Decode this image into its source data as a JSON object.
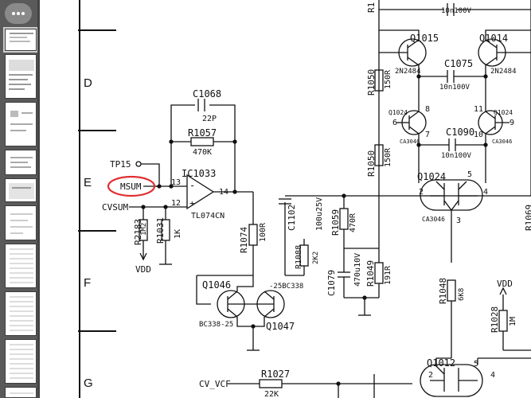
{
  "sidebar": {
    "menu_icon": "ellipsis-icon",
    "thumbnails": [
      {
        "active": true
      },
      {
        "active": false
      },
      {
        "active": false
      },
      {
        "active": false
      },
      {
        "active": false
      },
      {
        "active": false
      },
      {
        "active": false
      },
      {
        "active": false
      },
      {
        "active": false
      },
      {
        "active": false
      }
    ]
  },
  "schematic": {
    "row_labels": [
      "D",
      "E",
      "F",
      "G"
    ],
    "nets": {
      "msum": "MSUM",
      "cvsum": "CVSUM",
      "tp": "TP15",
      "cv_vcf": "CV_VCF",
      "vdd_left": "VDD",
      "vdd_right": "VDD"
    },
    "opamp": {
      "ref": "IC1033",
      "part": "TL074CN",
      "pin_inv": "13",
      "pin_noninv": "12",
      "pin_out": "14",
      "minus": "-",
      "plus": "+"
    },
    "capacitors": [
      {
        "ref": "C1068",
        "value": "22P"
      },
      {
        "ref": "C1075",
        "value": "10n100V"
      },
      {
        "ref": "C1090",
        "value": "10n100V"
      },
      {
        "ref": "C1102",
        "value": "100u25V"
      },
      {
        "ref": "C1079",
        "value": "470u10V"
      },
      {
        "ref": "C_top",
        "value": "10n100V"
      }
    ],
    "resistors": [
      {
        "ref": "R1057",
        "value": "470K"
      },
      {
        "ref": "R2183",
        "value": "1M2"
      },
      {
        "ref": "R1031",
        "value": "1K"
      },
      {
        "ref": "R1074",
        "value": "100R"
      },
      {
        "ref": "R1088",
        "value": "2K2"
      },
      {
        "ref": "R1059",
        "value": "470R"
      },
      {
        "ref": "R1049",
        "value": "191R"
      },
      {
        "ref": "R1048",
        "value": "6K8"
      },
      {
        "ref": "R1028",
        "value": "1M"
      },
      {
        "ref": "R1027",
        "value": "22K"
      },
      {
        "ref": "R1050a",
        "label": "R1050",
        "value": "150R"
      },
      {
        "ref": "R1050b",
        "label": "R1050",
        "value": "150R"
      },
      {
        "ref": "R1069",
        "label": "R1069"
      },
      {
        "ref": "R1top",
        "label": "R1"
      }
    ],
    "transistors": [
      {
        "ref": "Q1015",
        "part": "2N2484"
      },
      {
        "ref": "Q1014",
        "part": "2N2484"
      },
      {
        "ref": "Q1024a",
        "label": "Q1024",
        "part": "CA3046",
        "pins": [
          "6",
          "7",
          "8"
        ]
      },
      {
        "ref": "Q1024b",
        "label": "Q1024",
        "part": "CA3046",
        "pins": [
          "11",
          "10",
          "9"
        ]
      },
      {
        "ref": "Q1024c",
        "label": "Q1024",
        "part": "CA3046",
        "pins": [
          "2",
          "5",
          "4",
          "3"
        ]
      },
      {
        "ref": "Q1046",
        "part": "BC338-25"
      },
      {
        "ref": "Q1047",
        "part": "-25BC338"
      },
      {
        "ref": "Q1012",
        "part": "",
        "pins": [
          "2",
          "5",
          "4"
        ]
      }
    ],
    "highlight_color": "#e03030",
    "ink_color": "#111111"
  }
}
